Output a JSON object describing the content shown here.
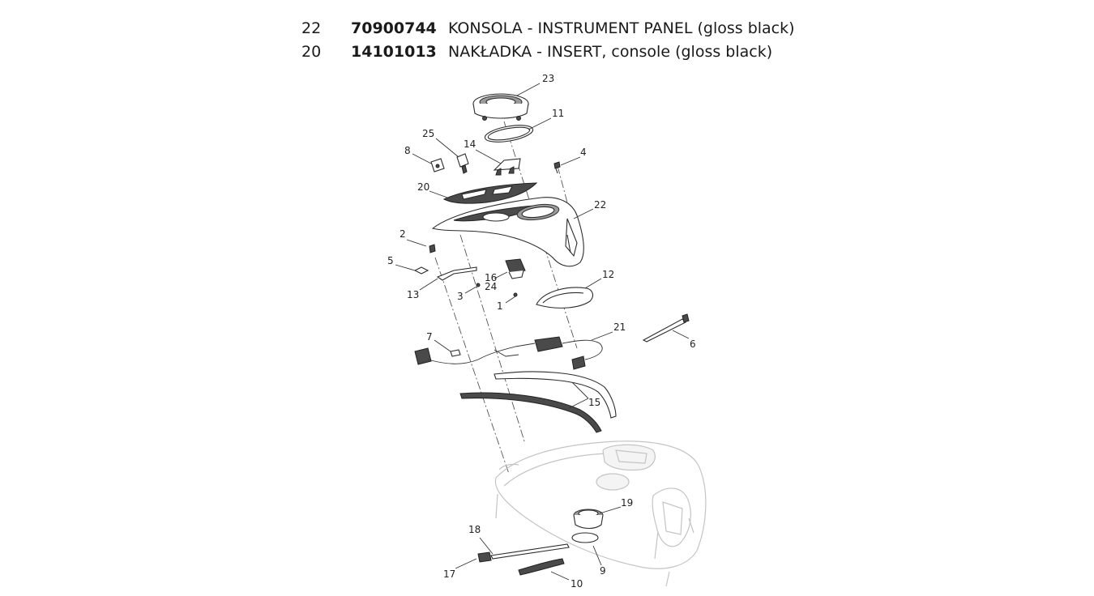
{
  "parts_table": [
    {
      "qty": "22",
      "part_number": "70900744",
      "description": "KONSOLA - INSTRUMENT PANEL (gloss black)"
    },
    {
      "qty": "20",
      "part_number": "14101013",
      "description": "NAKŁADKA - INSERT, console (gloss black)"
    }
  ],
  "callouts": {
    "c1": "1",
    "c2": "2",
    "c3": "3",
    "c4": "4",
    "c5": "5",
    "c6": "6",
    "c7": "7",
    "c8": "8",
    "c9": "9",
    "c10": "10",
    "c11": "11",
    "c12": "12",
    "c13": "13",
    "c14": "14",
    "c15": "15",
    "c16": "16",
    "c17": "17",
    "c18": "18",
    "c19": "19",
    "c20": "20",
    "c21": "21",
    "c22": "22",
    "c23": "23",
    "c24": "24",
    "c25": "25"
  }
}
